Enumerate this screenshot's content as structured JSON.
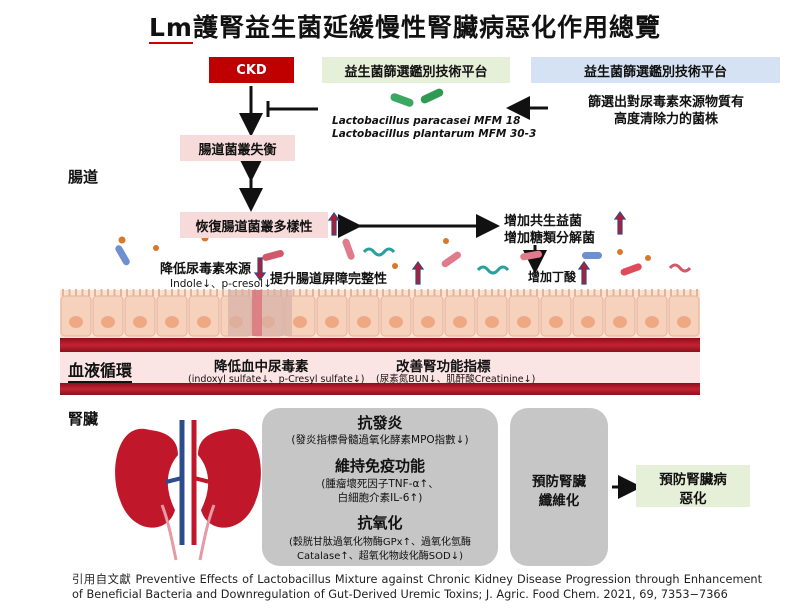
{
  "title": {
    "lm": "Lm",
    "rest": "護腎益生菌延緩慢性腎臟病惡化作用總覽"
  },
  "top_boxes": {
    "ckd": "CKD",
    "platform1": "益生菌篩選鑑別技術平台",
    "platform2": "益生菌篩選鑑別技術平台"
  },
  "strains": {
    "line1": "Lactobacillus paracasei MFM 18",
    "line2": "Lactobacillus plantarum MFM 30-3"
  },
  "screen_text": {
    "line1": "篩選出對尿毒素來源物質有",
    "line2": "高度清除力的菌株"
  },
  "section_labels": {
    "gut": "腸道",
    "blood": "血液循環",
    "kidney": "腎臟"
  },
  "gut": {
    "dysbiosis": "腸道菌叢失衡",
    "restore": "恢復腸道菌叢多樣性",
    "increase_commensal": "增加共生益菌",
    "increase_glycolytic": "增加糖類分解菌",
    "increase_butyrate": "增加丁酸",
    "reduce_toxin_source": "降低尿毒素來源",
    "toxin_examples": "Indole↓、p-cresol↓",
    "barrier": "提升腸道屏障完整性"
  },
  "blood": {
    "reduce_toxin": "降低血中尿毒素",
    "toxin_detail": "(indoxyl sulfate↓、p-Cresyl sulfate↓)",
    "improve_renal": "改善腎功能指標",
    "renal_detail": "(尿素氮BUN↓、肌酐酸Creatinine↓)"
  },
  "kidney": {
    "anti_inflammation": "抗發炎",
    "anti_inflammation_detail": "(發炎指標骨髓過氧化酵素MPO指數↓)",
    "immune": "維持免疫功能",
    "immune_detail_1": "(腫瘤壞死因子TNF-α↑、",
    "immune_detail_2": "白細胞介素IL-6↑)",
    "antioxidant": "抗氧化",
    "antioxidant_detail_1": "(穀胱甘肽過氧化物酶GPx↑、過氧化氫酶",
    "antioxidant_detail_2": "Catalase↑、超氧化物歧化酶SOD↓)",
    "prevent_fibrosis_1": "預防腎臟",
    "prevent_fibrosis_2": "纖維化",
    "prevent_disease_1": "預防腎臟病",
    "prevent_disease_2": "惡化"
  },
  "reference": "引用自文獻 Preventive Effects of Lactobacillus Mixture against Chronic Kidney Disease Progression through Enhancement of Beneficial Bacteria and Downregulation of Gut-Derived Uremic Toxins; J. Agric. Food Chem. 2021, 69, 7353−7366",
  "colors": {
    "ckd_red": "#c00000",
    "platform_green": "#e6efd8",
    "platform_blue": "#d5e2f3",
    "pink": "#f7dada",
    "blood_red": "#b01e2a",
    "gray_panel": "#c6c6c6",
    "up_arrow_red": "#c0182a",
    "down_arrow_red": "#c0182a",
    "arrow_blue": "#2e4c8c"
  }
}
